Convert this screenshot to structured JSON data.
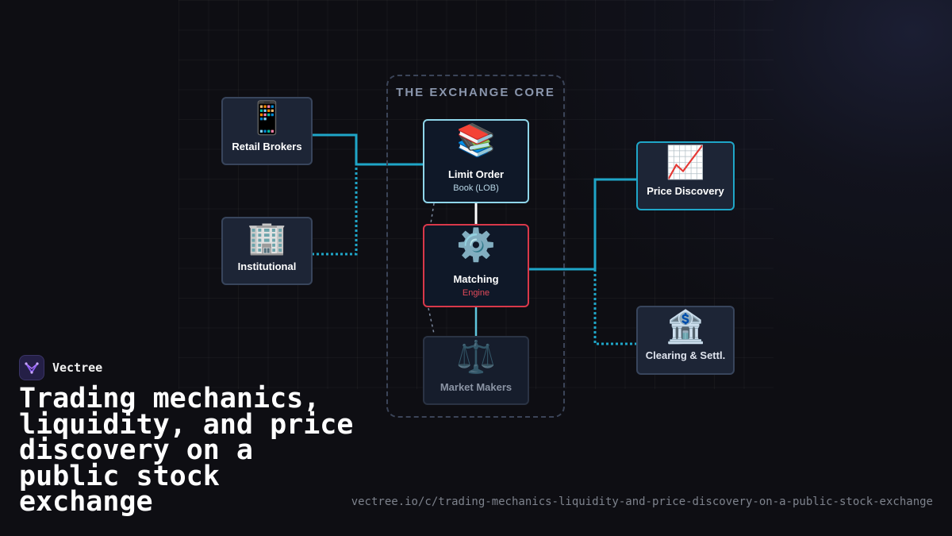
{
  "diagram": {
    "core_title": "THE EXCHANGE CORE",
    "nodes": {
      "retail_brokers": {
        "icon": "📱",
        "icon_name": "mobile-phone-icon",
        "title": "Retail Brokers"
      },
      "institutional": {
        "icon": "🏢",
        "icon_name": "office-building-icon",
        "title": "Institutional"
      },
      "limit_order_book": {
        "icon": "📚",
        "icon_name": "books-icon",
        "title": "Limit Order",
        "subtitle": "Book (LOB)"
      },
      "matching_engine": {
        "icon": "⚙️",
        "icon_name": "gear-icon",
        "title": "Matching",
        "subtitle": "Engine"
      },
      "market_makers": {
        "icon": "⚖️",
        "icon_name": "balance-scale-icon",
        "title": "Market Makers"
      },
      "price_discovery": {
        "icon": "📈",
        "icon_name": "chart-increasing-icon",
        "title": "Price Discovery"
      },
      "clearing": {
        "icon": "🏦",
        "icon_name": "bank-icon",
        "title": "Clearing & Settl."
      }
    },
    "colors": {
      "connector": "#1fa6c8",
      "lob_border": "#8fd6ea",
      "engine_border": "#d9384a",
      "node_border": "#38455c"
    }
  },
  "brand": {
    "name": "Vectree"
  },
  "headline": "Trading mechanics, liquidity, and price discovery on a public stock exchange",
  "url": "vectree.io/c/trading-mechanics-liquidity-and-price-discovery-on-a-public-stock-exchange"
}
